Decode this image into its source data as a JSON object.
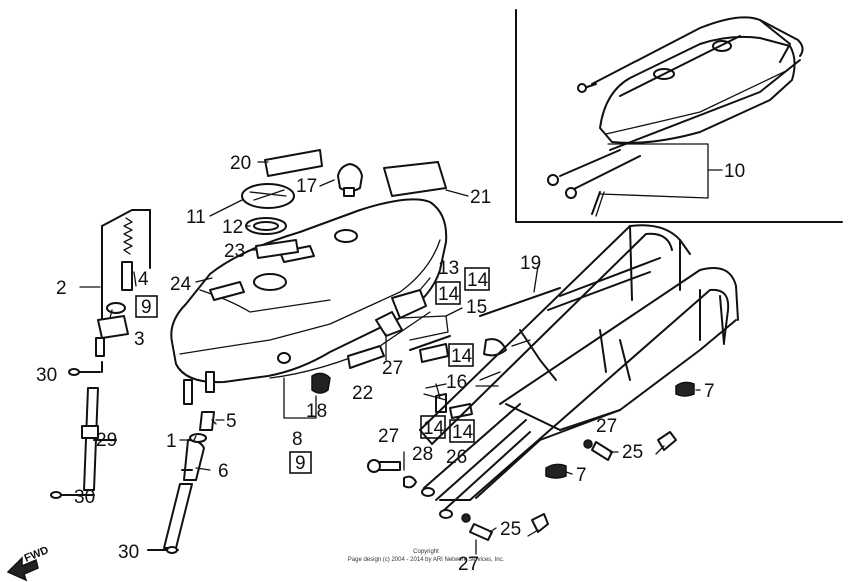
{
  "callouts": [
    {
      "id": "c20",
      "text": "20",
      "boxed": false
    },
    {
      "id": "c17",
      "text": "17",
      "boxed": false
    },
    {
      "id": "c21",
      "text": "21",
      "boxed": false
    },
    {
      "id": "c11",
      "text": "11",
      "boxed": false
    },
    {
      "id": "c12",
      "text": "12",
      "boxed": false
    },
    {
      "id": "c23",
      "text": "23",
      "boxed": false
    },
    {
      "id": "c24",
      "text": "24",
      "boxed": false
    },
    {
      "id": "c2",
      "text": "2",
      "boxed": false
    },
    {
      "id": "c4",
      "text": "4",
      "boxed": false
    },
    {
      "id": "c9a",
      "text": "9",
      "boxed": true
    },
    {
      "id": "c3",
      "text": "3",
      "boxed": false
    },
    {
      "id": "c30a",
      "text": "30",
      "boxed": false
    },
    {
      "id": "c29",
      "text": "29",
      "boxed": false
    },
    {
      "id": "c30b",
      "text": "30",
      "boxed": false
    },
    {
      "id": "c30c",
      "text": "30",
      "boxed": false
    },
    {
      "id": "c1",
      "text": "1",
      "boxed": false
    },
    {
      "id": "c5",
      "text": "5",
      "boxed": false
    },
    {
      "id": "c6",
      "text": "6",
      "boxed": false
    },
    {
      "id": "c18",
      "text": "18",
      "boxed": false
    },
    {
      "id": "c8",
      "text": "8",
      "boxed": false
    },
    {
      "id": "c9b",
      "text": "9",
      "boxed": true
    },
    {
      "id": "c13",
      "text": "13",
      "boxed": false
    },
    {
      "id": "c14a",
      "text": "14",
      "boxed": true
    },
    {
      "id": "c14b",
      "text": "14",
      "boxed": true
    },
    {
      "id": "c15",
      "text": "15",
      "boxed": false
    },
    {
      "id": "c27a",
      "text": "27",
      "boxed": false
    },
    {
      "id": "c22",
      "text": "22",
      "boxed": false
    },
    {
      "id": "c14c",
      "text": "14",
      "boxed": true
    },
    {
      "id": "c16",
      "text": "16",
      "boxed": false
    },
    {
      "id": "c19",
      "text": "19",
      "boxed": false
    },
    {
      "id": "c14d",
      "text": "14",
      "boxed": true
    },
    {
      "id": "c14e",
      "text": "14",
      "boxed": true
    },
    {
      "id": "c27b",
      "text": "27",
      "boxed": false
    },
    {
      "id": "c28",
      "text": "28",
      "boxed": false
    },
    {
      "id": "c26",
      "text": "26",
      "boxed": false
    },
    {
      "id": "c7a",
      "text": "7",
      "boxed": false
    },
    {
      "id": "c27c",
      "text": "27",
      "boxed": false
    },
    {
      "id": "c25a",
      "text": "25",
      "boxed": false
    },
    {
      "id": "c7b",
      "text": "7",
      "boxed": false
    },
    {
      "id": "c25b",
      "text": "25",
      "boxed": false
    },
    {
      "id": "c27d",
      "text": "27",
      "boxed": false
    },
    {
      "id": "c10",
      "text": "10",
      "boxed": false
    }
  ],
  "fwd_label": "FWD",
  "copyright": {
    "line1": "Copyright",
    "line2": "Page design (c) 2004 - 2014 by ARI Network Services, Inc."
  }
}
